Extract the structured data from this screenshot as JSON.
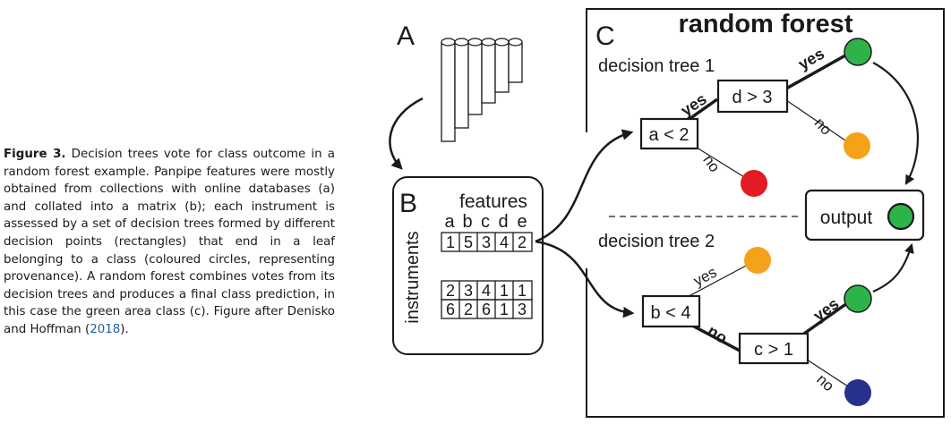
{
  "caption": {
    "label": "Figure 3.",
    "text": "Decision trees vote for class outcome in a random forest example. Panpipe features were mostly obtained from collections with online databases (a) and collated into a matrix (b); each instrument is assessed by a set of decision trees formed by different decision points (rectangles) that end in a leaf belonging to a class (coloured circles, representing provenance). A random forest combines votes from its decision trees and produces a final class prediction, in this case the green area class (c). Figure after Denisko and Hoffman",
    "year_ref": "2018",
    "end": ")."
  },
  "diagram": {
    "panel_a_label": "A",
    "panel_b_label": "B",
    "panel_c_label": "C",
    "title": "random forest",
    "features_label": "features",
    "feature_names": [
      "a",
      "b",
      "c",
      "d",
      "e"
    ],
    "instruments_label": "instruments",
    "matrix_rows": [
      [
        "1",
        "5",
        "3",
        "4",
        "2"
      ],
      [
        "2",
        "3",
        "4",
        "1",
        "1"
      ],
      [
        "6",
        "2",
        "6",
        "1",
        "3"
      ]
    ],
    "tree1_label": "decision tree 1",
    "tree2_label": "decision tree 2",
    "tree1_root": "a < 2",
    "tree1_node": "d > 3",
    "tree2_root": "b < 4",
    "tree2_node": "c > 1",
    "yes": "yes",
    "no": "no",
    "output_label": "output",
    "colors": {
      "green": "#2db34a",
      "orange": "#f5a21b",
      "red": "#e31b23",
      "navy": "#27318b"
    }
  }
}
